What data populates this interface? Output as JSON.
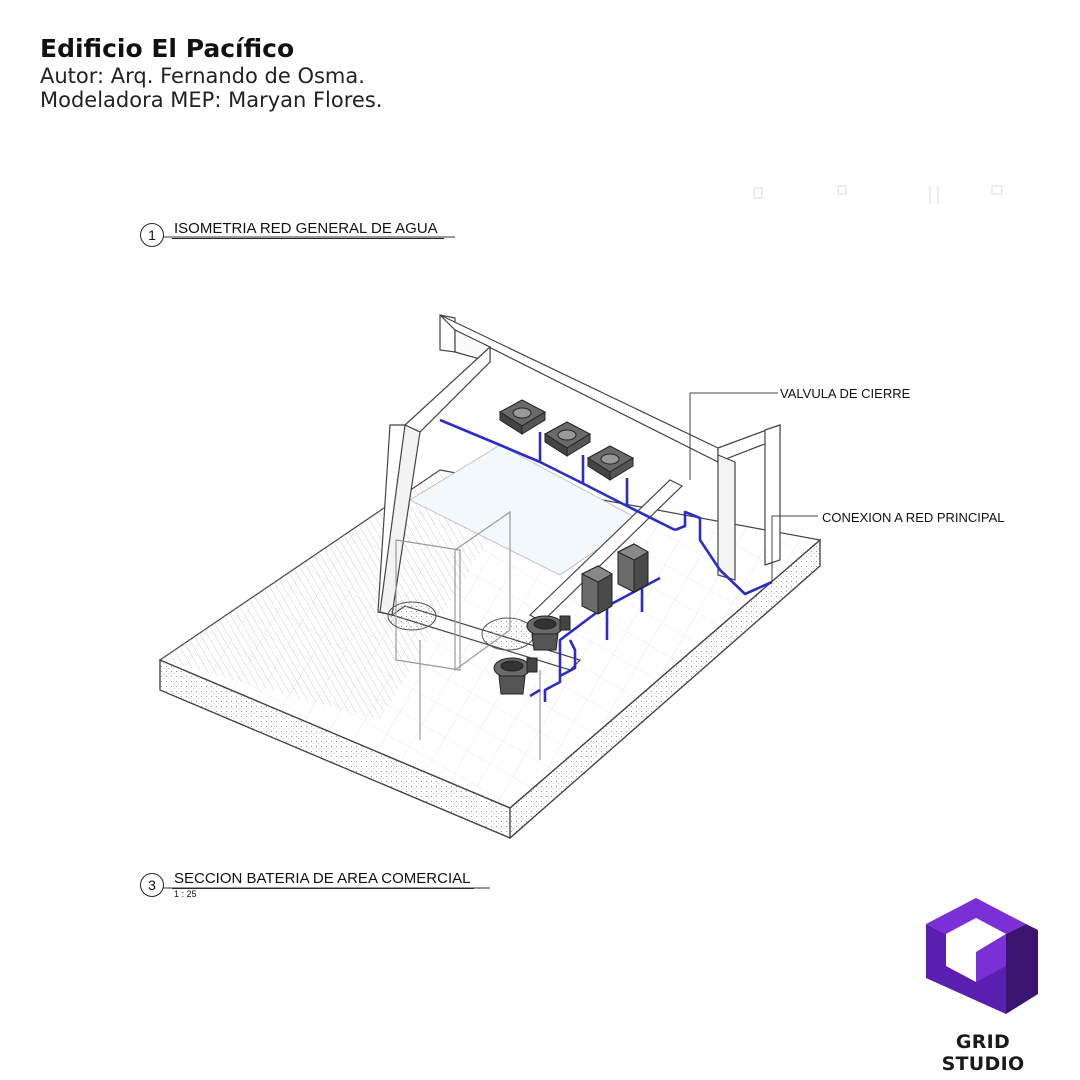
{
  "header": {
    "title": "Edificio El Pacífico",
    "author": "Autor: Arq. Fernando de Osma.",
    "modeler": "Modeladora MEP: Maryan Flores."
  },
  "views": [
    {
      "number": "1",
      "title": "ISOMETRIA RED GENERAL DE AGUA",
      "scale": ""
    },
    {
      "number": "3",
      "title": "SECCION BATERIA DE AREA COMERCIAL",
      "scale": "1 : 25"
    }
  ],
  "callouts": {
    "valve": "VALVULA DE CIERRE",
    "main_connection": "CONEXION A RED PRINCIPAL"
  },
  "brand": {
    "name": "GRID STUDIO"
  },
  "colors": {
    "pipe": "#2c2cc8",
    "line": "#3a3a3a",
    "fixture": "#555555",
    "logo_top": "#7b2fd6",
    "logo_side": "#3b1470",
    "logo_front": "#5a1fb0"
  },
  "diagram": {
    "elements": [
      "building-slab",
      "partition-walls",
      "lavatory-sinks",
      "urinals",
      "toilets",
      "water-pipe-network",
      "shutoff-valve",
      "main-connection"
    ]
  }
}
